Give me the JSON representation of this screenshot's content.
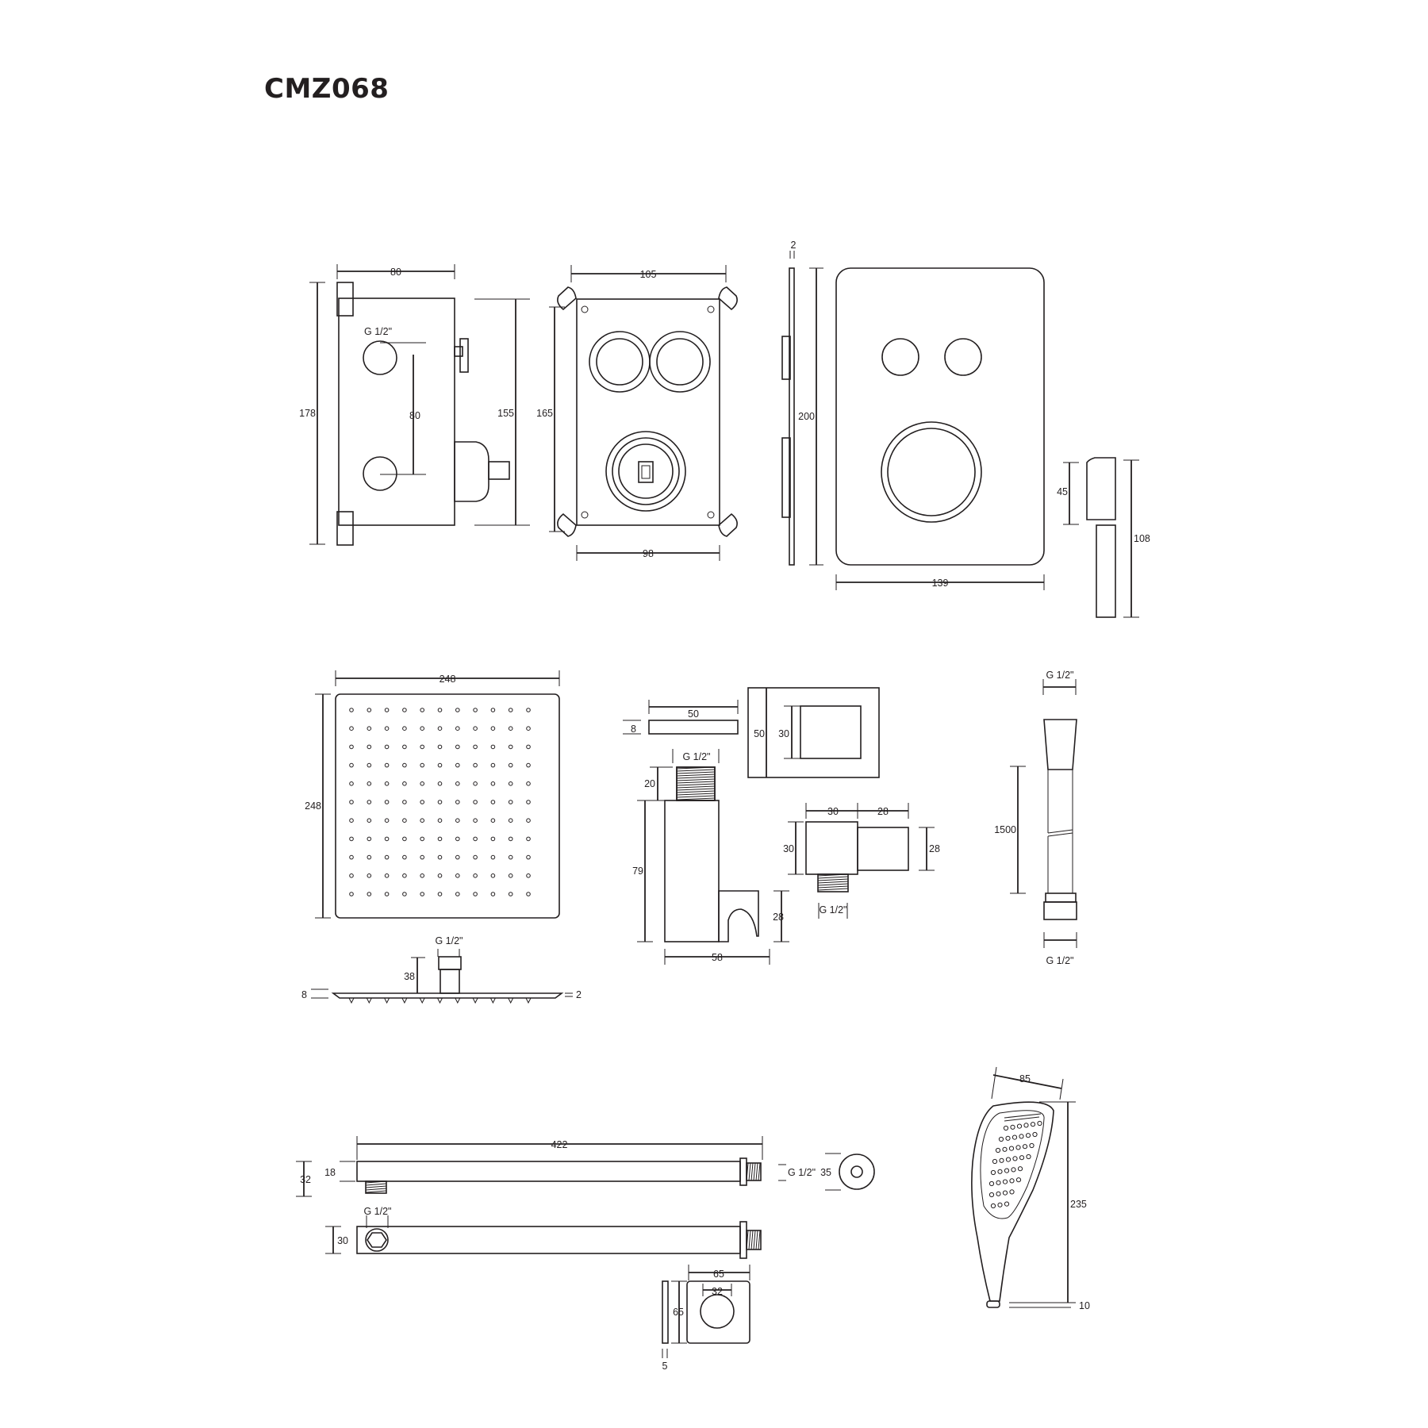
{
  "title": "CMZ068",
  "dims": {
    "valve_side_width": "80",
    "valve_side_height": "178",
    "valve_outlet_spacing": "80",
    "valve_outlet_thread": "G 1/2\"",
    "valve_side_depth": "155",
    "valve_front_width": "105",
    "valve_front_height": "165",
    "valve_front_base": "98",
    "plate_thickness": "2",
    "plate_height": "200",
    "plate_width": "139",
    "knob_width": "45",
    "knob_length": "108",
    "head_width": "248",
    "head_height": "248",
    "head_thread": "G 1/2\"",
    "head_neck": "38",
    "head_thickness": "8",
    "head_edge": "2",
    "bracket_width": "50",
    "bracket_thickness": "8",
    "bracket_thread": "G 1/2\"",
    "bracket_thread_len": "20",
    "bracket_plate_outer": "50",
    "bracket_plate_inner": "30",
    "bracket_height": "79",
    "bracket_hook": "28",
    "bracket_base": "58",
    "elbow_width": "30",
    "elbow_depth": "28",
    "elbow_height": "30",
    "elbow_flange": "28",
    "elbow_thread": "G 1/2\"",
    "hose_thread_top": "G 1/2\"",
    "hose_length": "1500",
    "hose_thread_bottom": "G 1/2\"",
    "arm_length": "422",
    "arm_outer": "32",
    "arm_inner": "18",
    "arm_thread_side": "G 1/2\"",
    "arm_end_dia": "35",
    "arm_thread_bottom": "G 1/2\"",
    "arm_height": "30",
    "flange_width": "65",
    "flange_inner": "32",
    "flange_height": "65",
    "flange_thickness": "5",
    "handset_width": "85",
    "handset_length": "235",
    "handset_nozzle": "10"
  }
}
